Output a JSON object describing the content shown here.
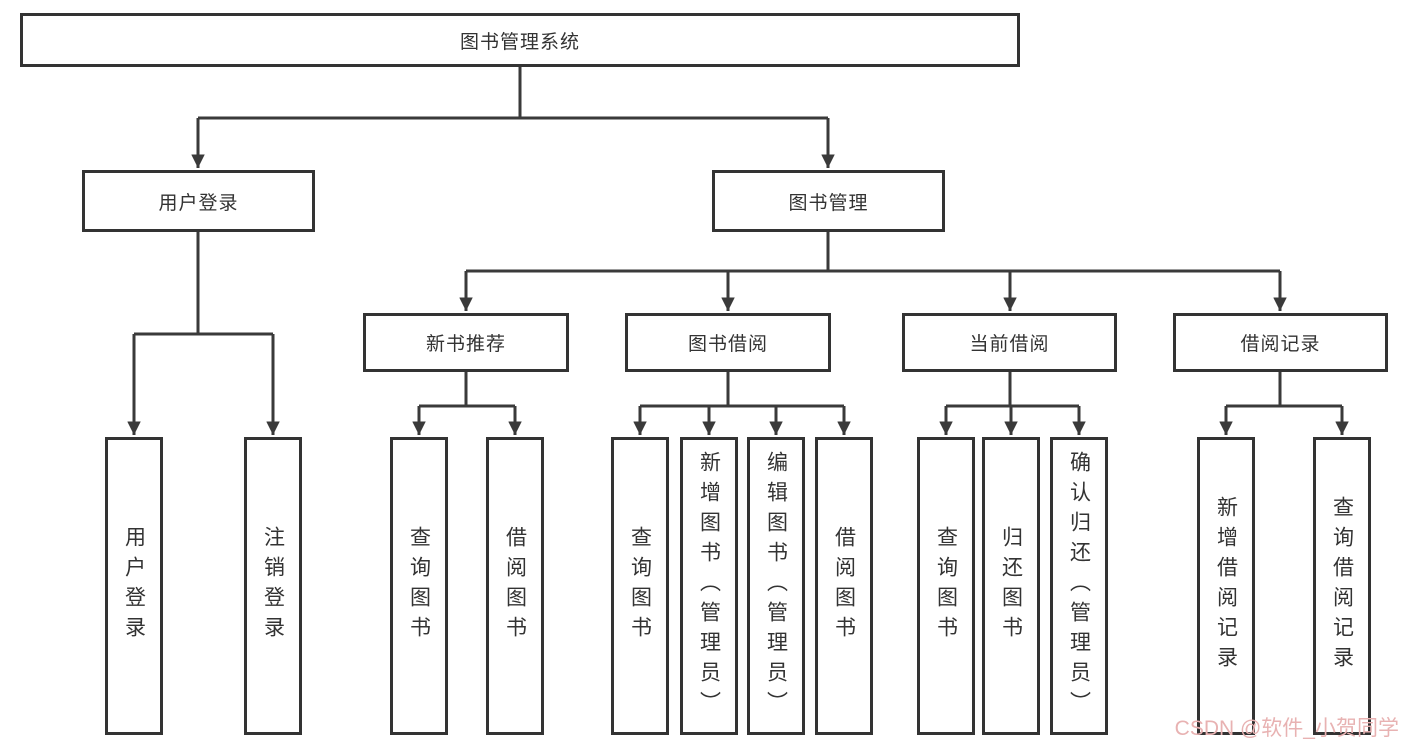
{
  "diagram": {
    "root": {
      "label": "图书管理系统"
    },
    "level2": [
      {
        "id": "user-login",
        "label": "用户登录"
      },
      {
        "id": "book-management",
        "label": "图书管理"
      }
    ],
    "level3": [
      {
        "id": "new-book-recommend",
        "label": "新书推荐",
        "parent": "book-management"
      },
      {
        "id": "book-borrowing",
        "label": "图书借阅",
        "parent": "book-management"
      },
      {
        "id": "current-borrowing",
        "label": "当前借阅",
        "parent": "book-management"
      },
      {
        "id": "borrowing-records",
        "label": "借阅记录",
        "parent": "book-management"
      }
    ],
    "leaves": [
      {
        "parent": "user-login",
        "label": "用户登录"
      },
      {
        "parent": "user-login",
        "label": "注销登录"
      },
      {
        "parent": "new-book-recommend",
        "label": "查询图书"
      },
      {
        "parent": "new-book-recommend",
        "label": "借阅图书"
      },
      {
        "parent": "book-borrowing",
        "label": "查询图书"
      },
      {
        "parent": "book-borrowing",
        "label": "新增图书（管理员）"
      },
      {
        "parent": "book-borrowing",
        "label": "编辑图书（管理员）"
      },
      {
        "parent": "book-borrowing",
        "label": "借阅图书"
      },
      {
        "parent": "current-borrowing",
        "label": "查询图书"
      },
      {
        "parent": "current-borrowing",
        "label": "归还图书"
      },
      {
        "parent": "current-borrowing",
        "label": "确认归还（管理员）"
      },
      {
        "parent": "borrowing-records",
        "label": "新增借阅记录"
      },
      {
        "parent": "borrowing-records",
        "label": "查询借阅记录"
      }
    ]
  },
  "watermark": {
    "text": "CSDN @软件_小贺同学",
    "color": "#e8b2b2"
  },
  "colors": {
    "line": "#3a3a3a",
    "box_border": "#333333",
    "text": "#333333",
    "background": "#ffffff"
  }
}
